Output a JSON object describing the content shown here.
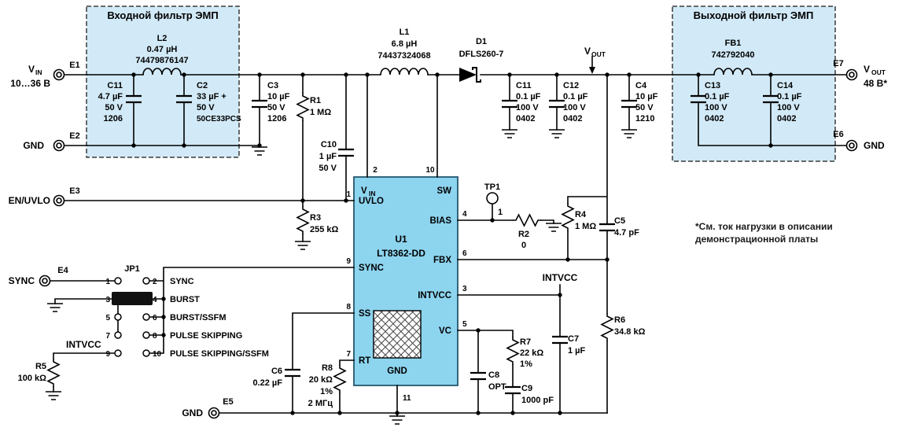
{
  "terminals": {
    "e1": {
      "ref": "E1",
      "signal": "V",
      "signal_sub": "IN",
      "range": "10…36 В"
    },
    "e2": {
      "ref": "E2",
      "signal": "GND"
    },
    "e3": {
      "ref": "E3",
      "signal": "EN/UVLO"
    },
    "e4": {
      "ref": "E4",
      "signal": "SYNC"
    },
    "e5": {
      "ref": "E5",
      "signal": "GND"
    },
    "e6": {
      "ref": "E6",
      "signal": "GND"
    },
    "e7": {
      "ref": "E7",
      "signal": "V",
      "signal_sub": "OUT",
      "value": "48 В*"
    }
  },
  "input_filter": {
    "title": "Входной фильтр ЭМП",
    "l2": [
      "L2",
      "0.47 µH",
      "74479876147"
    ],
    "c11": [
      "C11",
      "4.7 µF",
      "50 V",
      "1206"
    ],
    "c2": [
      "C2",
      "33 µF +",
      "50 V",
      "50CE33PCS"
    ]
  },
  "output_filter": {
    "title": "Выходной фильтр ЭМП",
    "fb1": [
      "FB1",
      "742792040"
    ],
    "c13": [
      "C13",
      "0.1 µF",
      "100 V",
      "0402"
    ],
    "c14": [
      "C14",
      "0.1 µF",
      "100 V",
      "0402"
    ]
  },
  "components": {
    "c3": [
      "C3",
      "10 µF",
      "50 V",
      "1206"
    ],
    "l1": [
      "L1",
      "6.8 µH",
      "74437324068"
    ],
    "d1": [
      "D1",
      "DFLS260-7"
    ],
    "c11_out": [
      "C11",
      "0.1 µF",
      "100 V",
      "0402"
    ],
    "c12": [
      "C12",
      "0.1 µF",
      "100 V",
      "0402"
    ],
    "c4": [
      "C4",
      "10 µF",
      "50 V",
      "1210"
    ],
    "r1": [
      "R1",
      "1 МΩ"
    ],
    "c10": [
      "C10",
      "1 µF",
      "50 V"
    ],
    "r3": [
      "R3",
      "255 kΩ"
    ],
    "tp1": {
      "ref": "TP1",
      "pin": "1"
    },
    "r2": [
      "R2",
      "0"
    ],
    "r4": [
      "R4",
      "1 МΩ"
    ],
    "c5": [
      "C5",
      "4.7 pF"
    ],
    "r6": [
      "R6",
      "34.8 kΩ"
    ],
    "c7": [
      "C7",
      "1 µF"
    ],
    "c8": [
      "C8",
      "OPT"
    ],
    "r7": [
      "R7",
      "22 kΩ",
      "1%"
    ],
    "c9": [
      "C9",
      "1000 pF"
    ],
    "r8": [
      "R8",
      "20 kΩ",
      "1%",
      "2 МГц"
    ],
    "c6": [
      "C6",
      "0.22 µF"
    ],
    "r5": [
      "R5",
      "100 kΩ"
    ]
  },
  "u1": {
    "ref": "U1",
    "part": "LT8362-DD",
    "pins": {
      "vin": {
        "num": "2",
        "name": "V",
        "name_sub": "IN"
      },
      "sw": {
        "num": "10",
        "name": "SW"
      },
      "uvlo": {
        "num": "1",
        "name": "UVLO"
      },
      "bias": {
        "num": "4",
        "name": "BIAS"
      },
      "fbx": {
        "num": "6",
        "name": "FBX"
      },
      "intvcc": {
        "num": "3",
        "name": "INTVCC"
      },
      "vc": {
        "num": "5",
        "name": "VC"
      },
      "sync": {
        "num": "9",
        "name": "SYNC"
      },
      "ss": {
        "num": "8",
        "name": "SS"
      },
      "rt": {
        "num": "7",
        "name": "RT"
      },
      "gnd": {
        "num": "11",
        "name": "GND"
      }
    }
  },
  "jp1": {
    "ref": "JP1",
    "pin_numbers_left": [
      "1",
      "3",
      "5",
      "7",
      "9"
    ],
    "pin_numbers_right": [
      "2",
      "4",
      "6",
      "8",
      "10"
    ],
    "row_labels": [
      "SYNC",
      "BURST",
      "BURST/SSFM",
      "PULSE SKIPPING",
      "PULSE SKIPPING/SSFM"
    ],
    "intvcc_label": "INTVCC"
  },
  "nets": {
    "vout": {
      "name": "V",
      "name_sub": "OUT"
    },
    "intvcc": "INTVCC"
  },
  "note": [
    "*См. ток нагрузки в описании",
    "демонстрационной платы"
  ],
  "colors": {
    "filter_fill": "#d2eaf7",
    "u1_fill": "#8dd4ef",
    "jumper": "#111111"
  }
}
